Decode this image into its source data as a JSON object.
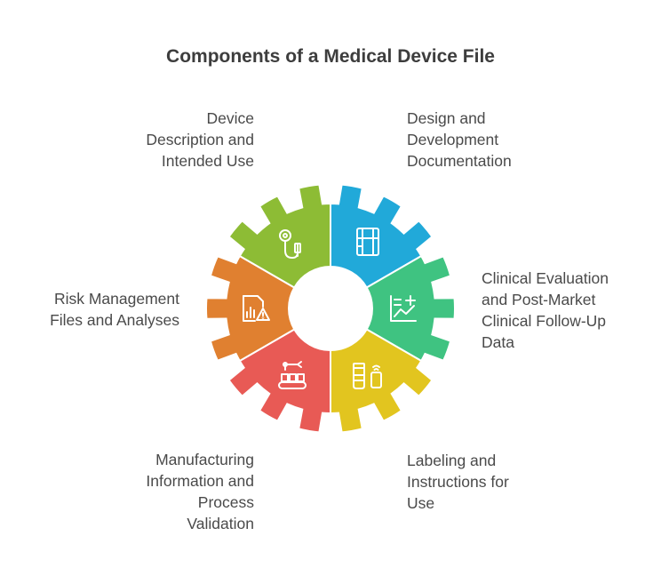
{
  "title": "Components of a Medical Device File",
  "segments": [
    {
      "id": "device-description",
      "lines": [
        "Device",
        "Description and",
        "Intended Use"
      ],
      "color": "#21a9d9",
      "icon": "stethoscope-icon"
    },
    {
      "id": "design-development",
      "lines": [
        "Design and",
        "Development",
        "Documentation"
      ],
      "color": "#3fc381",
      "icon": "blueprint-icon"
    },
    {
      "id": "clinical-evaluation",
      "lines": [
        "Clinical Evaluation",
        "and Post-Market",
        "Clinical Follow-Up",
        "Data"
      ],
      "color": "#e2c51f",
      "icon": "chart-plus-icon"
    },
    {
      "id": "labeling",
      "lines": [
        "Labeling and",
        "Instructions for",
        "Use"
      ],
      "color": "#e85a55",
      "icon": "bottle-tag-icon"
    },
    {
      "id": "manufacturing",
      "lines": [
        "Manufacturing",
        "Information and",
        "Process",
        "Validation"
      ],
      "color": "#e08030",
      "icon": "conveyor-robot-icon"
    },
    {
      "id": "risk-management",
      "lines": [
        "Risk Management",
        "Files and Analyses"
      ],
      "color": "#8dbc35",
      "icon": "document-warning-icon"
    }
  ]
}
